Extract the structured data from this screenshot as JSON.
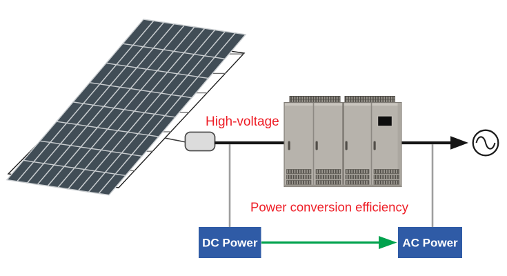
{
  "diagram": {
    "labels": {
      "high_voltage": "High-voltage",
      "efficiency": "Power conversion efficiency",
      "dc_power": "DC Power",
      "ac_power": "AC Power"
    },
    "solar_array": {
      "rows": 8,
      "panels_per_row": 10
    },
    "icons": {
      "ac_grid": "sine-wave-in-circle",
      "junction_box": "rounded-combiner-box",
      "inverter": "four-door-inverter-cabinet",
      "hv_arrow": "filled-right-arrowhead",
      "flow_arrow": "green-right-arrow"
    },
    "colors": {
      "label_red": "#ee1c25",
      "box_blue": "#2f5ba6",
      "box_text": "#ffffff",
      "arrow_green": "#00a24d",
      "line_black": "#151515",
      "tap_gray": "#9e9e9e",
      "panel": "#414d56",
      "panel_gap": "#c8cccf",
      "cabinet_body": "#b7b3ac",
      "cabinet_vent": "#9a968e",
      "junction_fill": "#dcdcdc"
    }
  }
}
